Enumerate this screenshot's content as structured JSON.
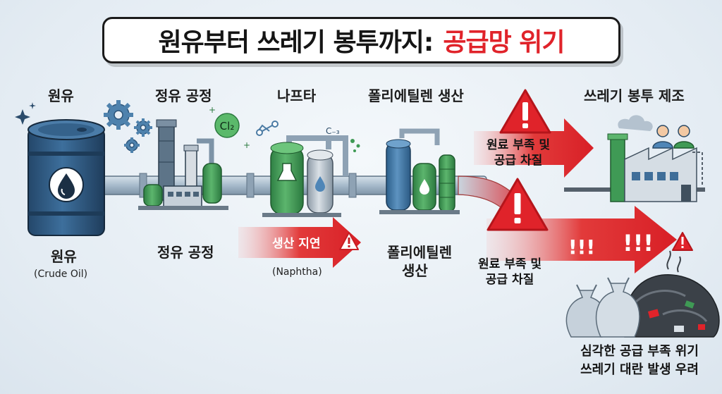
{
  "title": {
    "main": "원유부터 쓰레기 봉투까지:",
    "accent": "공급망 위기"
  },
  "stages_top": {
    "crude": "원유",
    "refining": "정유 공정",
    "naphtha": "나프타",
    "polyethylene": "폴리에틸렌 생산",
    "bag_making": "쓰레기 봉투 제조"
  },
  "stages_bottom": {
    "crude": "원유",
    "crude_en": "(Crude Oil)",
    "refining": "정유 공정",
    "naphtha_en": "(Naphtha)",
    "polyethylene_line1": "폴리에틸렌",
    "polyethylene_line2": "생산"
  },
  "warnings": {
    "upper_line1": "원료 부족 및",
    "upper_line2": "공급 차질",
    "lower_line1": "원료 부족 및",
    "lower_line2": "공급 차질",
    "delay": "생산 지연"
  },
  "badges": {
    "exclaim_a": "!!!",
    "exclaim_b": "!!!"
  },
  "molecules": {
    "chlorine": "Cl₂",
    "carbon": "C₋₃"
  },
  "crisis": {
    "line1": "심각한 공급 부족 위기",
    "line2": "쓰레기 대란 발생 우려"
  },
  "colors": {
    "accent_red": "#e0232a",
    "barrel_blue": "#2f5d86",
    "tank_green": "#3f9a55",
    "pipe_gray": "#9fb3c4"
  },
  "icons": [
    "oil-drop-icon",
    "gear-icon",
    "warning-triangle-icon",
    "person-icon",
    "sparkle-icon"
  ]
}
